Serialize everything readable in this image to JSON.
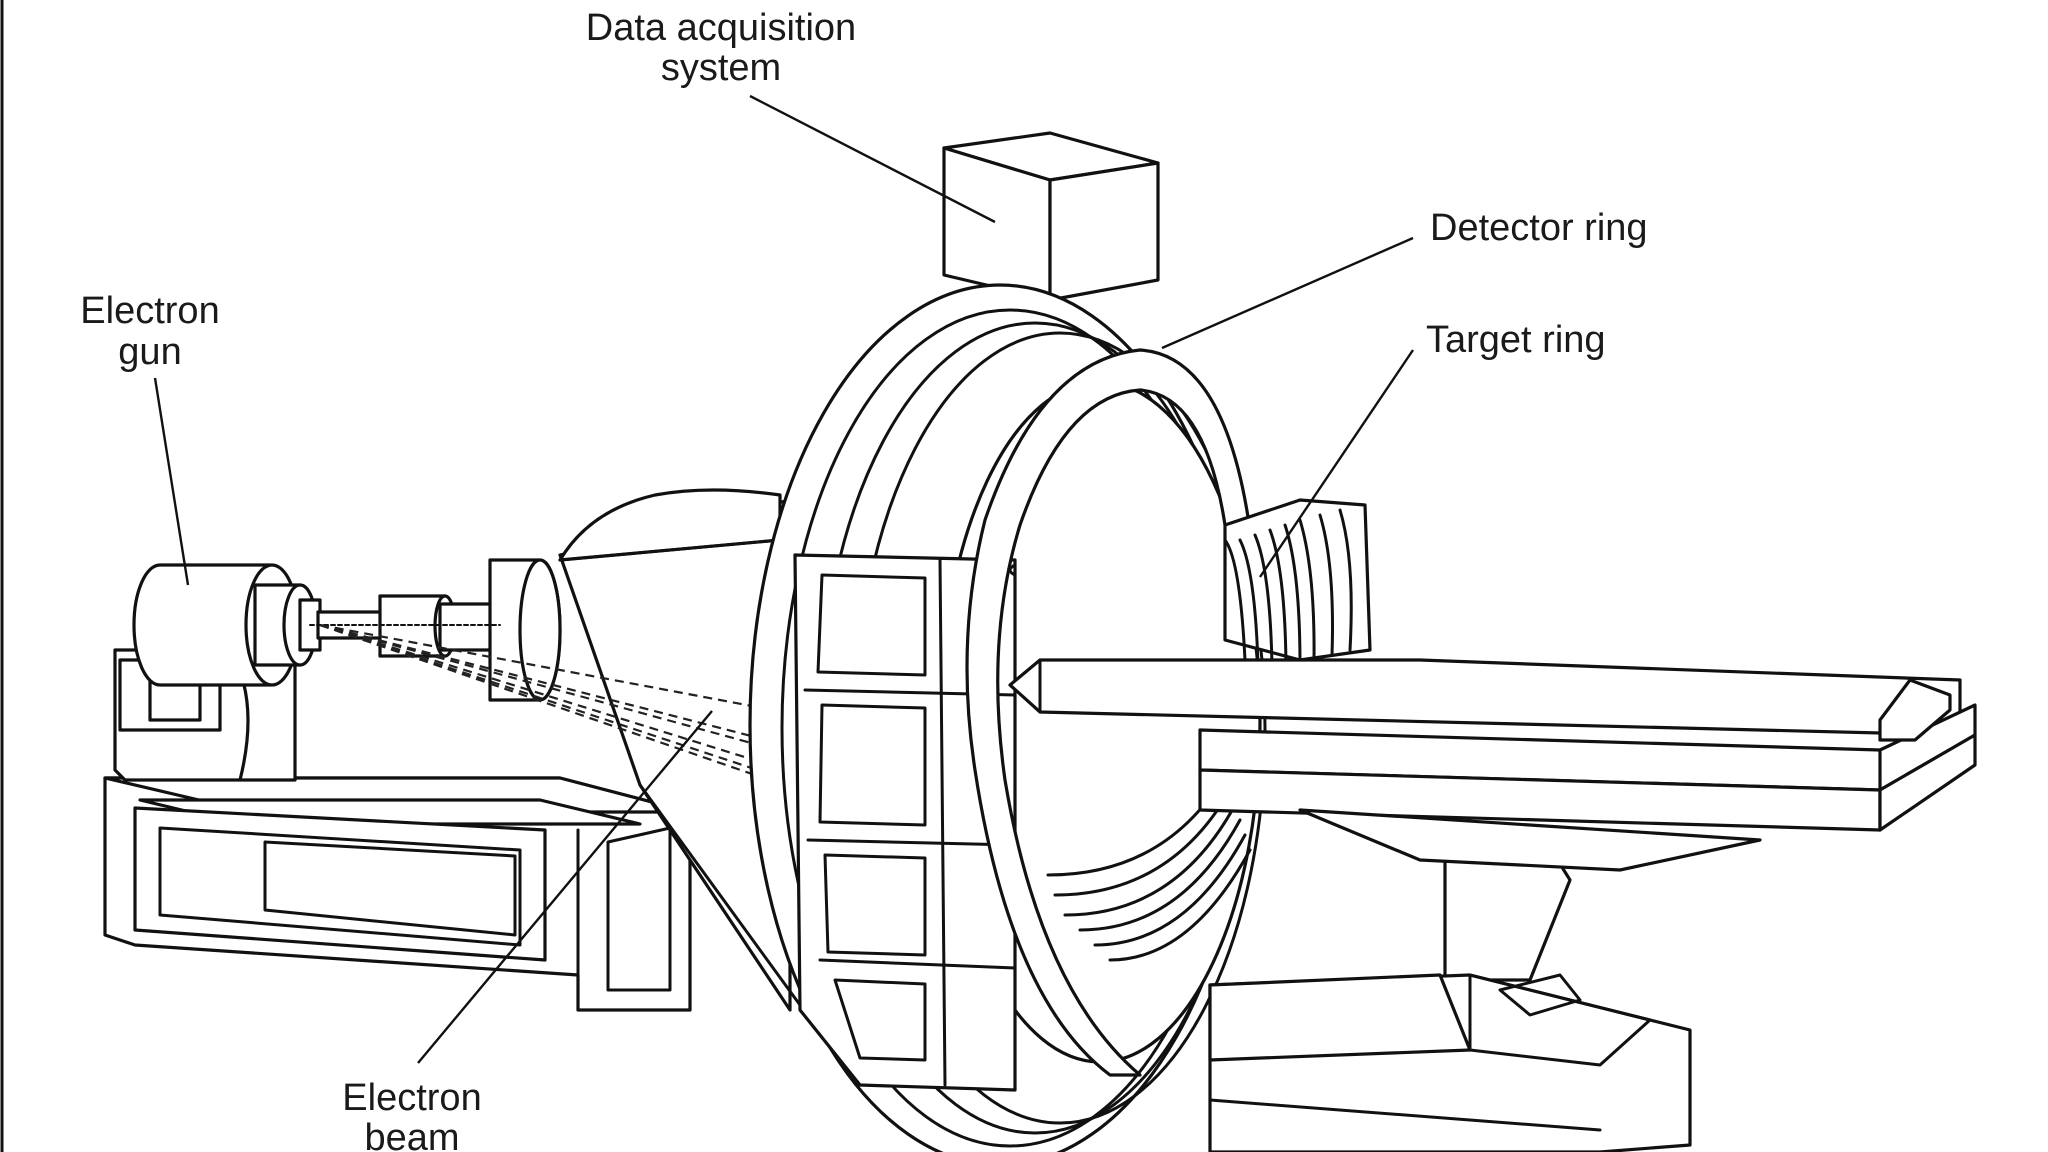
{
  "figure": {
    "labels": {
      "data_acquisition": [
        "Data acquisition",
        "system"
      ],
      "detector_ring": "Detector ring",
      "target_ring": "Target ring",
      "electron_gun": [
        "Electron",
        "gun"
      ],
      "electron_beam": [
        "Electron",
        "beam"
      ]
    }
  },
  "colors": {
    "background": "#ffffff",
    "ink": "#111111"
  }
}
